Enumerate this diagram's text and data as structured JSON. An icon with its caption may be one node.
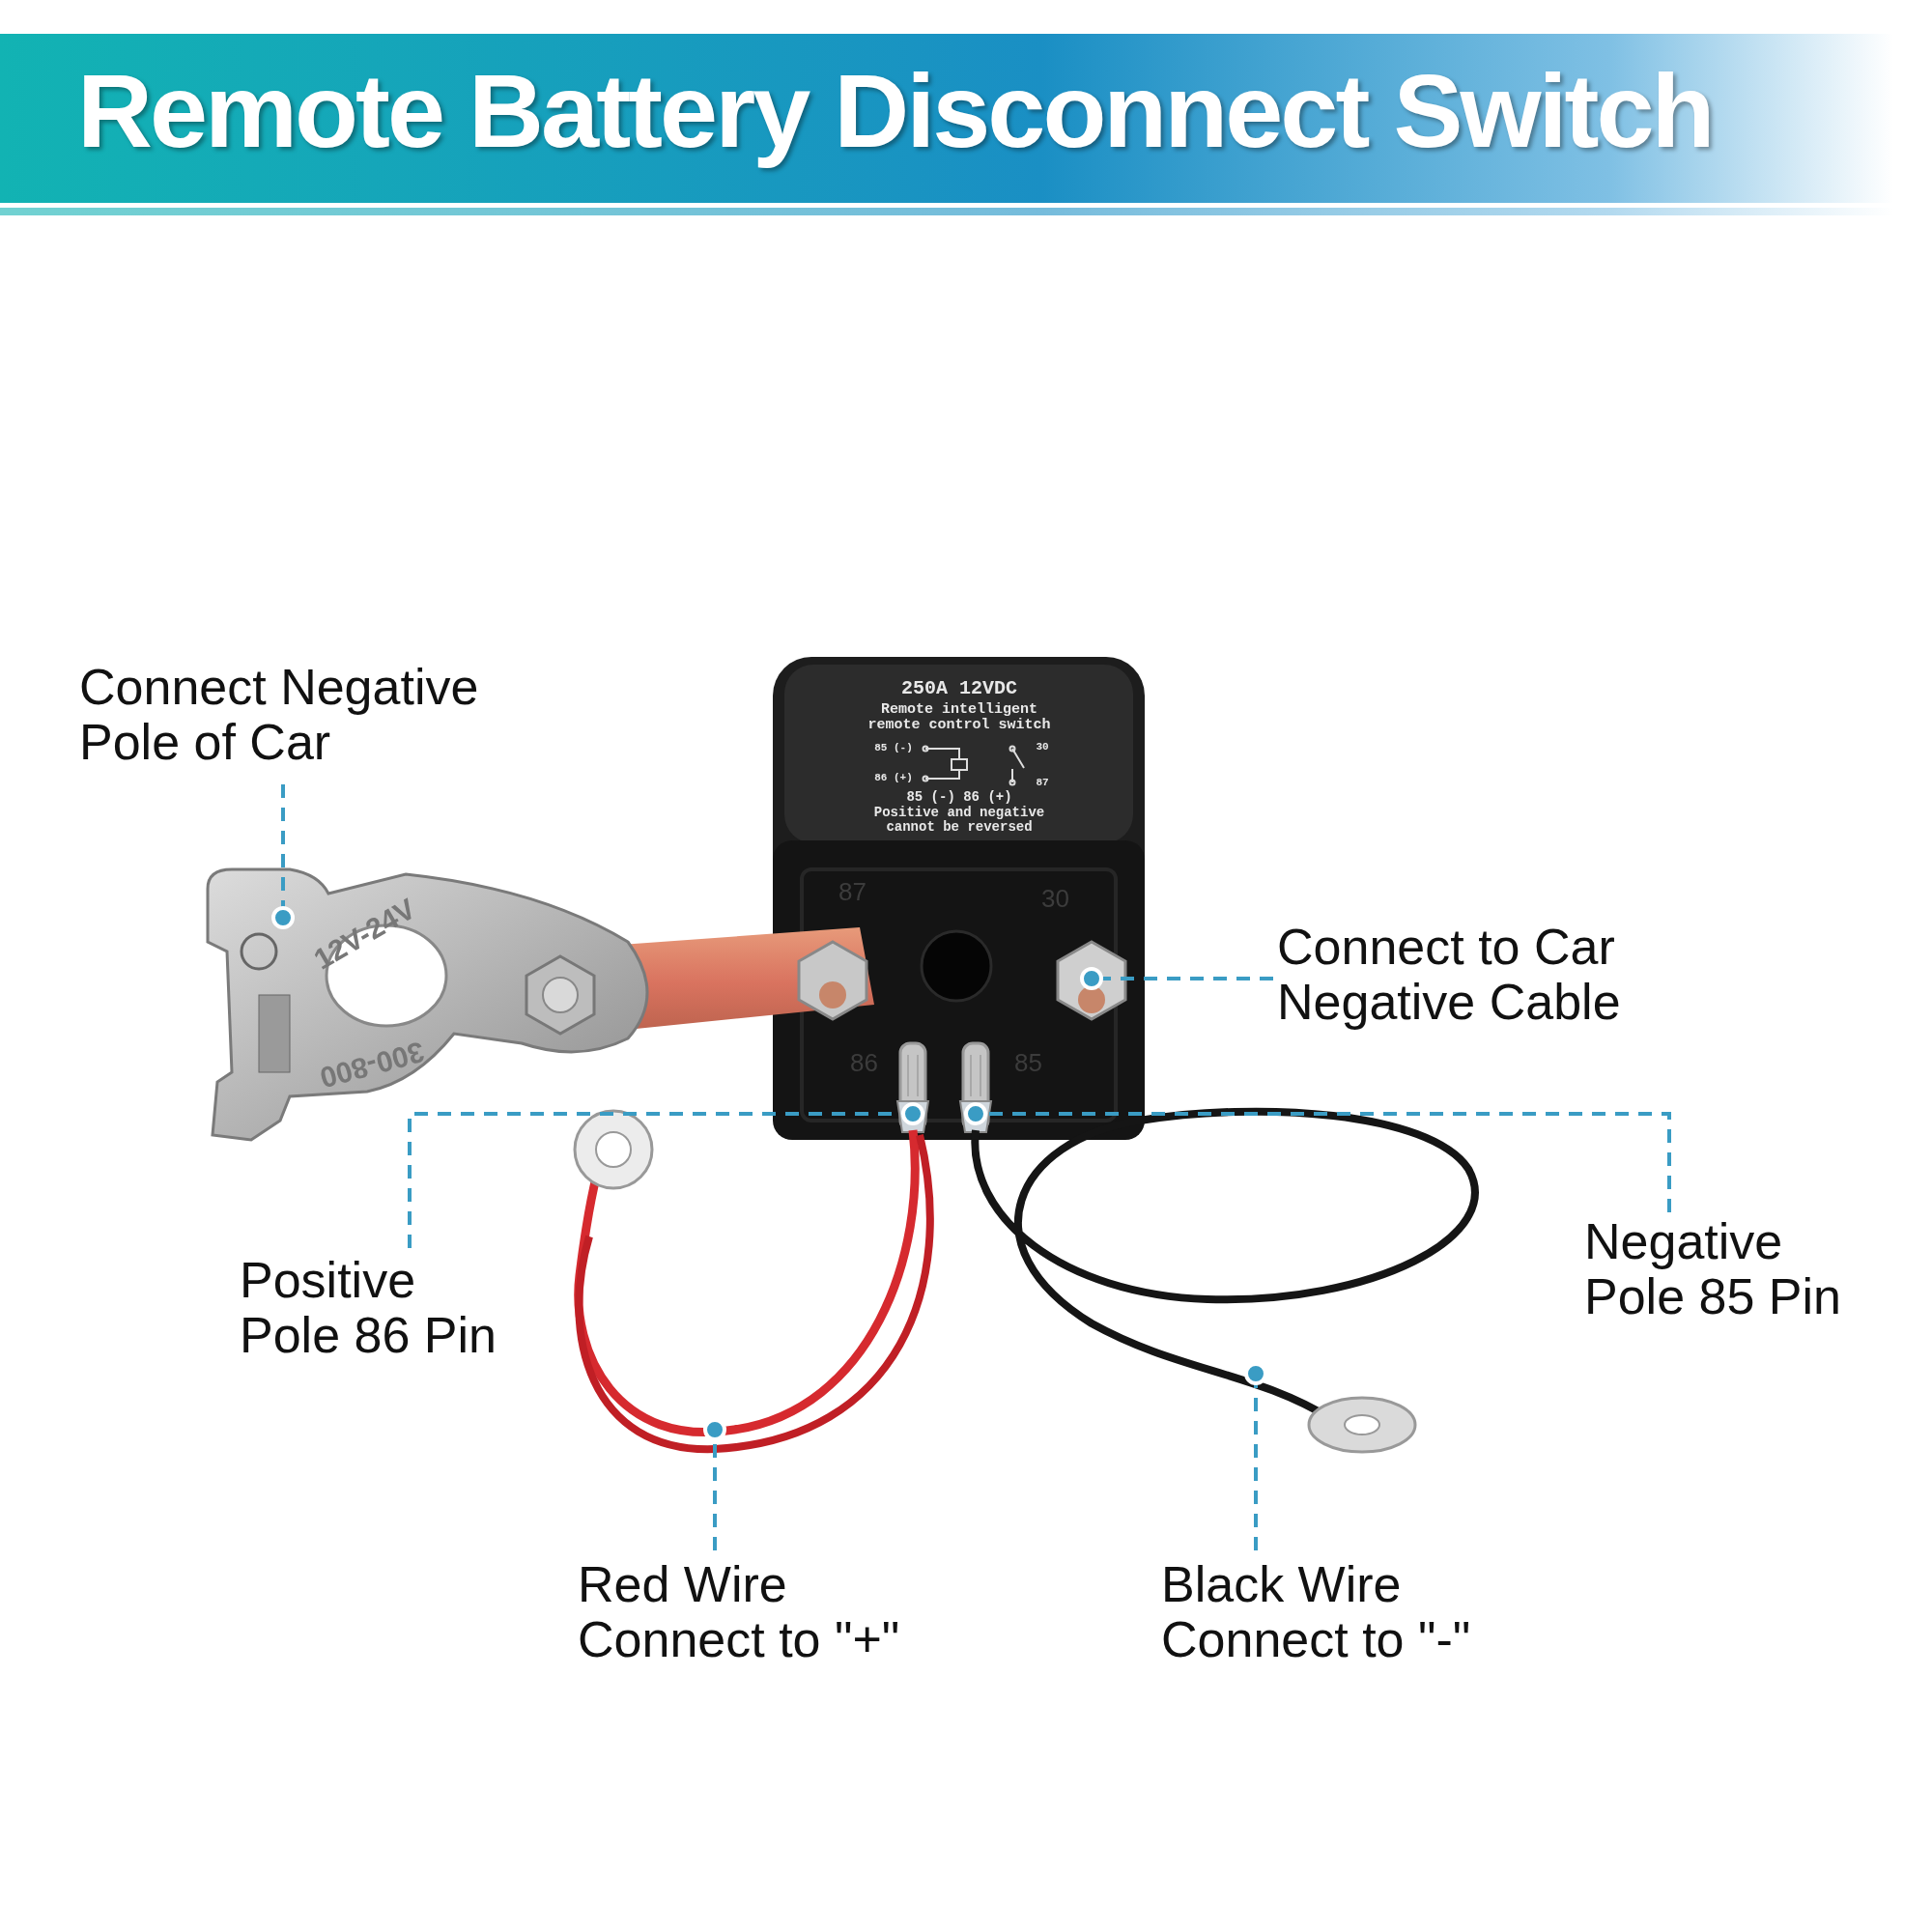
{
  "diagram": {
    "title": "Remote Battery Disconnect Switch",
    "nodes": [
      {
        "text": [
          "Connect Negative Pole of Car"
        ]
      },
      {
        "text": [
          "Connect to Car Negative Cable"
        ]
      },
      {
        "text": [
          "Positive Pole 86 Pin"
        ]
      },
      {
        "text": [
          "Negative Pole 85 Pin"
        ]
      },
      {
        "text": [
          "Red Wire Connect to \"+\""
        ]
      },
      {
        "text": [
          "Black Wire Connect to \"-\""
        ]
      },
      {
        "text": [],
        "shape": "picture"
      },
      {
        "text": [],
        "shape": "picture"
      },
      {
        "text": [],
        "shape": "picture"
      },
      {
        "text": [],
        "shape": "picture"
      },
      {
        "text": [],
        "shape": "picture"
      },
      {
        "text": [],
        "shape": "picture"
      }
    ],
    "edges": [
      {
        "from": 0,
        "to": 6,
        "arrow": "other",
        "style": "dashed"
      },
      {
        "from": 1,
        "to": 7,
        "arrow": "other",
        "style": "dashed"
      },
      {
        "from": 2,
        "to": 8,
        "arrow": "other",
        "style": "dashed"
      },
      {
        "from": 3,
        "to": 9,
        "arrow": "other",
        "style": "dashed"
      },
      {
        "from": 4,
        "to": 10,
        "arrow": "other",
        "style": "dashed"
      },
      {
        "from": 5,
        "to": 11,
        "arrow": "other",
        "style": "dashed"
      }
    ],
    "labels": [
      "250A 12VDC",
      "Remote intelligent remote control switch",
      "85 (-)",
      "30",
      "86 (+)",
      "87",
      "85 (-) 86 (+)",
      "Positive and negative cannot be reversed",
      "87",
      "30",
      "86",
      "85",
      "12V-24V",
      "300-800"
    ]
  }
}
